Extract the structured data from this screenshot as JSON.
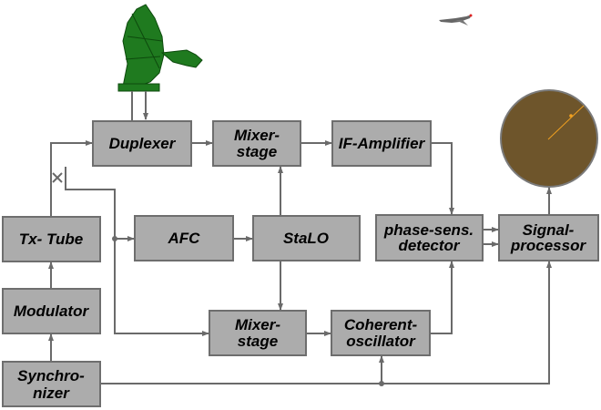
{
  "diagram": {
    "blocks": {
      "duplexer": [
        "Duplexer"
      ],
      "mixer_top": [
        "Mixer-",
        "stage"
      ],
      "if_amplifier": [
        "IF-Amplifier"
      ],
      "tx_tube": [
        "Tx- Tube"
      ],
      "afc": [
        "AFC"
      ],
      "stalo": [
        "StaLO"
      ],
      "detector": [
        "phase-sens.",
        "detector"
      ],
      "signal_processor": [
        "Signal-",
        "processor"
      ],
      "modulator": [
        "Modulator"
      ],
      "mixer_bottom": [
        "Mixer-",
        "stage"
      ],
      "coherent_oscillator": [
        "Coherent-",
        "oscillator"
      ],
      "synchronizer": [
        "Synchro-",
        "nizer"
      ]
    },
    "colors": {
      "block_fill": "#acacac",
      "line": "#6a6a6a",
      "antenna": "#1f7a1f",
      "display": "#6e552b",
      "sweep": "#f0a020"
    },
    "icons": [
      "radar-antenna-icon",
      "aircraft-icon",
      "ppi-display-icon"
    ]
  }
}
